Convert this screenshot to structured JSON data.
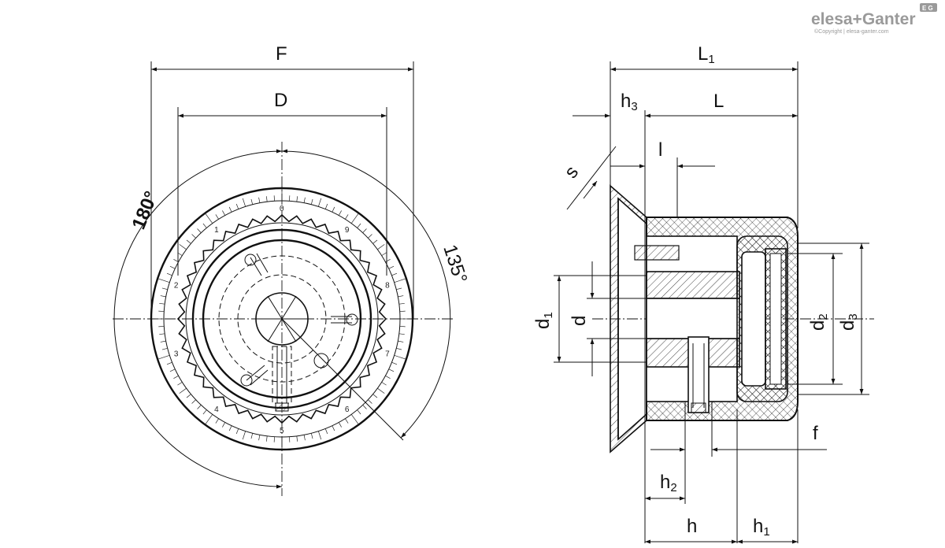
{
  "brand": {
    "name": "elesa+Ganter",
    "badge": "E G",
    "copyright": "©Copyright | elesa-ganter.com"
  },
  "front_view": {
    "dim_F": "F",
    "dim_D": "D",
    "angle_left": "180°",
    "angle_right": "135°",
    "scale_numbers": [
      "0",
      "1",
      "2",
      "3",
      "4",
      "5",
      "6",
      "7",
      "8",
      "9"
    ]
  },
  "side_view": {
    "L1": {
      "main": "L",
      "sub": "1"
    },
    "h3": {
      "main": "h",
      "sub": "3"
    },
    "L": {
      "main": "L",
      "sub": ""
    },
    "s": {
      "main": "s",
      "sub": ""
    },
    "l": {
      "main": "l",
      "sub": ""
    },
    "d1": {
      "main": "d",
      "sub": "1"
    },
    "d": {
      "main": "d",
      "sub": ""
    },
    "d2": {
      "main": "d",
      "sub": "2"
    },
    "d3": {
      "main": "d",
      "sub": "3"
    },
    "f": {
      "main": "f",
      "sub": ""
    },
    "h2": {
      "main": "h",
      "sub": "2"
    },
    "h": {
      "main": "h",
      "sub": ""
    },
    "h1": {
      "main": "h",
      "sub": "1"
    }
  }
}
